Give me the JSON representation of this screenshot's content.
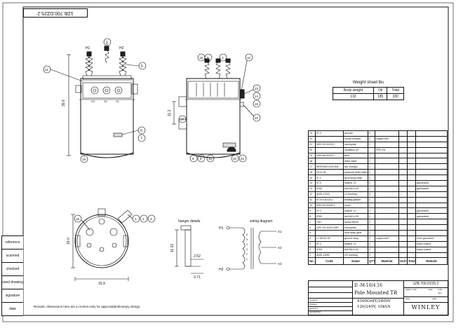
{
  "drawing_number_rotated": "1ZB.700.DZ25.2",
  "front_view": {
    "labels": [
      "H1",
      "H2",
      "X3",
      "X2",
      "X1"
    ],
    "dimension": "35.6",
    "balloons": [
      "1",
      "5",
      "21",
      "6",
      "7",
      "19"
    ]
  },
  "side_view": {
    "dimension": "11.2",
    "balloons": [
      "18",
      "9",
      "12",
      "13",
      "14",
      "15",
      "16",
      "22",
      "17",
      "8",
      "10",
      "20",
      "21"
    ]
  },
  "top_view": {
    "balloons": [
      "16",
      "2",
      "3",
      "4"
    ],
    "dimensions": [
      "19.0",
      "16.9"
    ]
  },
  "hanger": {
    "title": "hanger details",
    "dimensions": [
      "11.22",
      "2.52",
      "0.71"
    ]
  },
  "wiring": {
    "title": "wiring diagram",
    "labels": [
      "H1",
      "H2",
      "X1",
      "X2",
      "X3"
    ],
    "taps": [
      "6",
      "5",
      "4",
      "3",
      "2",
      "1"
    ]
  },
  "weight": {
    "title": "Weight sheet:lbs",
    "headers": [
      "Body weight",
      "Oil",
      "Total"
    ],
    "values": [
      "132",
      "185",
      "330"
    ]
  },
  "parts": {
    "headers": [
      "No.",
      "Code",
      "Name",
      "QTY",
      "Material",
      "Unit weight",
      "Total weight",
      "Remark"
    ],
    "rows": [
      [
        "23",
        "97.2",
        "arrester",
        "2",
        "",
        "",
        "",
        ""
      ],
      [
        "22",
        "",
        "Circuit breaker",
        "1",
        "copper belt",
        "",
        "",
        ""
      ],
      [
        "21",
        "5ZB.700.DZ25.2",
        "nameplate",
        "1",
        "",
        "",
        "",
        ""
      ],
      [
        "20",
        "",
        "insulation oil",
        "",
        "FR3 OIL",
        "",
        "",
        ""
      ],
      [
        "19",
        "5ZB.384.DZ25.2",
        "tank",
        "1",
        "",
        "",
        "",
        ""
      ],
      [
        "18",
        "",
        "drain valve",
        "1",
        "",
        "",
        "",
        ""
      ],
      [
        "17",
        "WDPN63/15-6X505",
        "tap changer",
        "1",
        "",
        "",
        "",
        ""
      ],
      [
        "16",
        "G1/4-18",
        "pressure relief valve",
        "1",
        "",
        "",
        "",
        ""
      ],
      [
        "15",
        "97.2",
        "grounding strap",
        "1",
        "",
        "",
        "",
        ""
      ],
      [
        "14",
        "97.2",
        "washer 12",
        "1",
        "",
        "",
        "",
        "galvanized"
      ],
      [
        "13",
        "5783",
        "bolt M12×25",
        "1",
        "",
        "",
        "",
        "galvanized"
      ],
      [
        "12",
        "ANSI-1/315",
        "LV bushing",
        "3",
        "",
        "",
        "",
        ""
      ],
      [
        "11",
        "8T.370.DZ25.2",
        "sealing gasket",
        "1",
        "",
        "",
        "",
        ""
      ],
      [
        "10",
        "5ZB.310.DZ25.2",
        "cover",
        "1",
        "",
        "",
        "",
        ""
      ],
      [
        "9",
        "97.2",
        "washer 12",
        "2",
        "",
        "",
        "",
        "galvanized"
      ],
      [
        "8",
        "5783",
        "bolt M12×30",
        "1",
        "",
        "",
        "",
        "galvanized"
      ],
      [
        "7",
        "/T67",
        "screw M4X6",
        "2",
        "",
        "",
        "",
        ""
      ],
      [
        "6",
        "1ZB.700.DZ25.2MP",
        "nameplate",
        "1",
        "",
        "",
        "",
        ""
      ],
      [
        "5",
        "",
        "hold down gear",
        "1",
        "",
        "",
        "",
        ""
      ],
      [
        "4",
        "L=160,B=30",
        "ground strap",
        "2",
        "copper belt",
        "",
        "",
        "inner grounded"
      ],
      [
        "3",
        "97.2",
        "washer 12",
        "2",
        "",
        "",
        "",
        "black coated"
      ],
      [
        "2",
        "5783",
        "bolt M12×20",
        "2",
        "",
        "",
        "",
        "black coated"
      ],
      [
        "1",
        "ANSI-15/50",
        "HV bushing",
        "2",
        "",
        "",
        "",
        ""
      ]
    ]
  },
  "title_block": {
    "model": "D -M-10/4.16",
    "name": "Pole Mounted TR",
    "voltage": "4160GrdY/2400V",
    "rating": "120/240V, 10kVA",
    "drawing_number": "1ZB.700.DZ25.2",
    "company": "WINLEY",
    "sign_rows": [
      "prepared",
      "checked",
      "approved",
      "standardized"
    ],
    "small_labels": [
      "pattern mark",
      "mass",
      "scale",
      "ratio",
      "page",
      "page"
    ]
  },
  "side_boxes": [
    "reference",
    "scanned",
    "checked",
    "used drawing",
    "signature",
    "date"
  ],
  "remark": "Remark: dimensions here are in inches.Only for approval/preliminary design."
}
